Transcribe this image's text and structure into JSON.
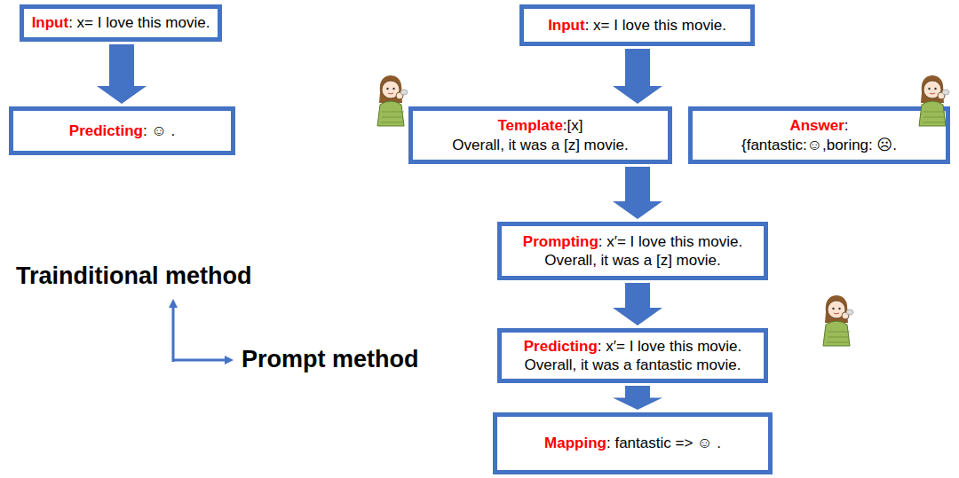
{
  "diagram": {
    "nodes": [
      {
        "text": [
          "Input",
          ": x= I love this movie."
        ]
      },
      {
        "text": [
          "Predicting",
          ": ☺ ."
        ]
      },
      {
        "text": [
          "Input",
          ": x= I love this movie."
        ]
      },
      {
        "text": [
          "Template",
          ":[x]",
          "Overall, it was a [z] movie."
        ]
      },
      {
        "text": [
          "Answer",
          ":",
          "{fantastic:☺,boring: ☹."
        ]
      },
      {
        "text": [
          "Prompting",
          ": x′= I love this movie.",
          "Overall, it was a [z] movie."
        ]
      },
      {
        "text": [
          "Predicting",
          ": x′= I love this movie.",
          "Overall, it was a fantastic movie."
        ]
      },
      {
        "text": [
          "Mapping",
          ": fantastic => ☺ ."
        ]
      }
    ],
    "edges": [
      {
        "from": 0,
        "to": 1,
        "arrow": "to"
      },
      {
        "from": 2,
        "to": 3,
        "arrow": "to"
      },
      {
        "from": 3,
        "to": 5,
        "arrow": "to"
      },
      {
        "from": 5,
        "to": 6,
        "arrow": "to"
      },
      {
        "from": 6,
        "to": 7,
        "arrow": "to"
      }
    ],
    "labels": [
      "Trainditional method",
      "Prompt method"
    ]
  }
}
